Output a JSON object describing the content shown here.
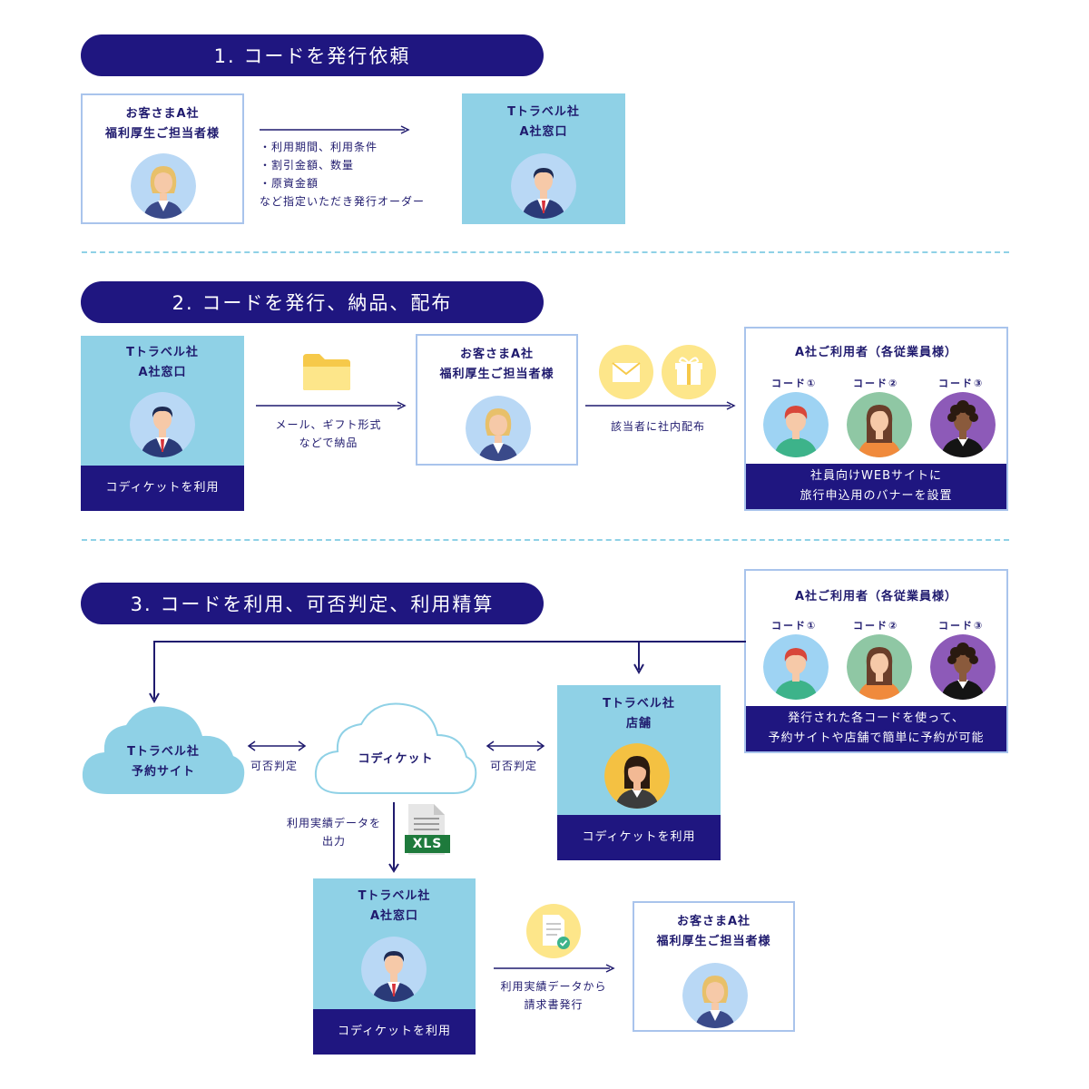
{
  "section1": {
    "title": "1. コードを発行依頼",
    "customer": {
      "line1": "お客さまA社",
      "line2": "福利厚生ご担当者様"
    },
    "notes": [
      "・利用期間、利用条件",
      "・割引金額、数量",
      "・原資金額",
      "など指定いただき発行オーダー"
    ],
    "agency": {
      "line1": "Tトラベル社",
      "line2": "A社窓口"
    }
  },
  "section2": {
    "title": "2. コードを発行、納品、配布",
    "agency": {
      "line1": "Tトラベル社",
      "line2": "A社窓口",
      "footer": "コディケットを利用"
    },
    "delivery_text": [
      "メール、ギフト形式",
      "などで納品"
    ],
    "customer": {
      "line1": "お客さまA社",
      "line2": "福利厚生ご担当者様"
    },
    "distribute_text": "該当者に社内配布",
    "users": {
      "title": "A社ご利用者（各従業員様）",
      "codes": [
        "コード①",
        "コード②",
        "コード③"
      ],
      "footer_line1": "社員向けWEBサイトに",
      "footer_line2": "旅行申込用のバナーを設置"
    }
  },
  "section3": {
    "title": "3. コードを利用、可否判定、利用精算",
    "users": {
      "title": "A社ご利用者（各従業員様）",
      "codes": [
        "コード①",
        "コード②",
        "コード③"
      ],
      "footer_line1": "発行された各コードを使って、",
      "footer_line2": "予約サイトや店舗で簡単に予約が可能"
    },
    "booking_site": {
      "line1": "Tトラベル社",
      "line2": "予約サイト"
    },
    "judge_left": "可否判定",
    "codiket": "コディケット",
    "judge_right": "可否判定",
    "store": {
      "line1": "Tトラベル社",
      "line2": "店舗",
      "footer": "コディケットを利用"
    },
    "export_text": [
      "利用実績データを",
      "出力"
    ],
    "xls_label": "XLS",
    "agency": {
      "line1": "Tトラベル社",
      "line2": "A社窓口",
      "footer": "コディケットを利用"
    },
    "billing_text": [
      "利用実績データから",
      "請求書発行"
    ],
    "customer": {
      "line1": "お客さまA社",
      "line2": "福利厚生ご担当者様"
    }
  },
  "colors": {
    "navy": "#1f1680",
    "light_blue": "#8fd1e6",
    "border": "#a9c4ec",
    "yellow": "#fde68a"
  }
}
